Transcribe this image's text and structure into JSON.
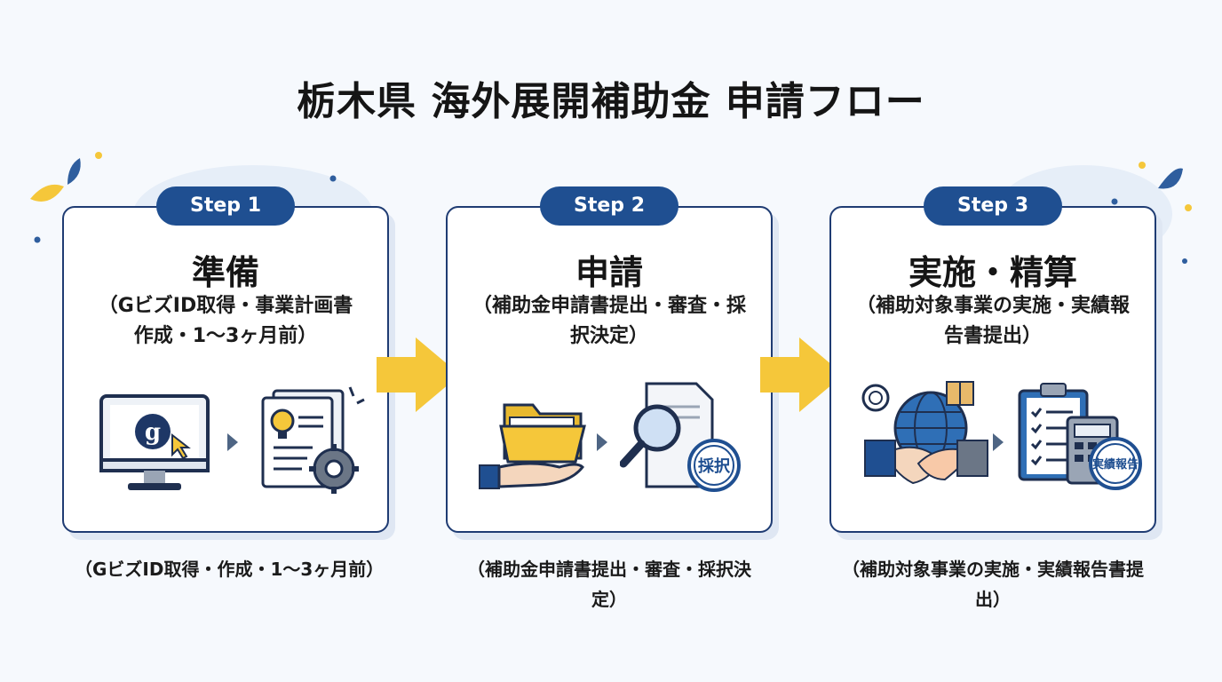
{
  "title": "栃木県 海外展開補助金 申請フロー",
  "steps": [
    {
      "step_label": "Step 1",
      "title": "準備",
      "description": "（GビズID取得・事業計画書作成・1〜3ヶ月前）",
      "caption": "（GビズID取得・作成・1〜3ヶ月前）",
      "icons": [
        "computer-monitor-icon",
        "document-lightbulb-gear-icon"
      ],
      "icon_text": "g"
    },
    {
      "step_label": "Step 2",
      "title": "申請",
      "description": "（補助金申請書提出・審査・採択決定）",
      "caption": "（補助金申請書提出・審査・採択決定）",
      "icons": [
        "folder-hand-icon",
        "document-magnifier-icon"
      ],
      "icon_text": "採択"
    },
    {
      "step_label": "Step 3",
      "title": "実施・精算",
      "description": "（補助対象事業の実施・実績報告書提出）",
      "caption": "（補助対象事業の実施・実績報告書提出）",
      "icons": [
        "globe-handshake-icon",
        "clipboard-calculator-icon"
      ],
      "icon_text": "実績報告"
    }
  ],
  "colors": {
    "navy": "#1f4f91",
    "border": "#1f3c73",
    "arrow": "#f5c73a",
    "accent_blue": "#2f6fb6"
  }
}
